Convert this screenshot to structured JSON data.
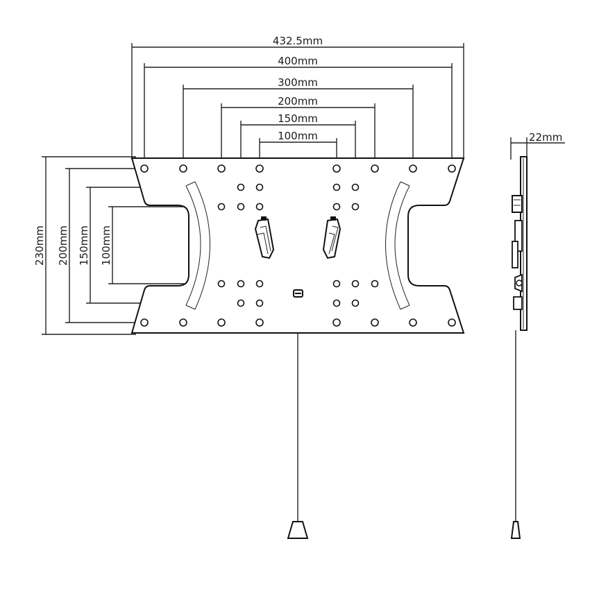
{
  "front_view": {
    "horizontal_dimensions": [
      {
        "id": "width-432",
        "label": "432.5mm"
      },
      {
        "id": "width-400",
        "label": "400mm"
      },
      {
        "id": "width-300",
        "label": "300mm"
      },
      {
        "id": "width-200",
        "label": "200mm"
      },
      {
        "id": "width-150",
        "label": "150mm"
      },
      {
        "id": "width-100",
        "label": "100mm"
      }
    ],
    "vertical_dimensions": [
      {
        "id": "height-230",
        "label": "230mm"
      },
      {
        "id": "height-200",
        "label": "200mm"
      },
      {
        "id": "height-150",
        "label": "150mm"
      },
      {
        "id": "height-100",
        "label": "100mm"
      }
    ]
  },
  "side_view": {
    "depth_dimension": {
      "id": "depth-22",
      "label": "22mm"
    }
  }
}
